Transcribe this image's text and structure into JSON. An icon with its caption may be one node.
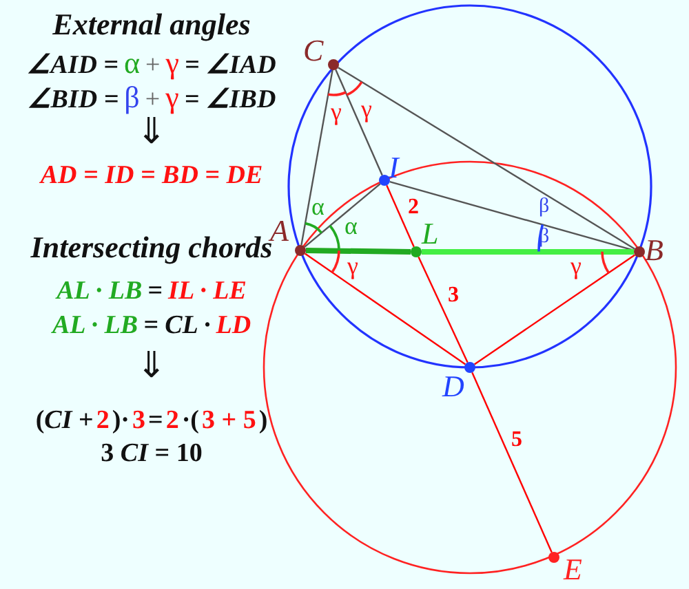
{
  "diagram": {
    "nodes": [
      {
        "text": [
          "C"
        ]
      },
      {
        "text": [
          "I"
        ]
      },
      {
        "text": [
          "A"
        ]
      },
      {
        "text": [
          "L"
        ]
      },
      {
        "text": [
          "B"
        ]
      },
      {
        "text": [
          "D"
        ]
      },
      {
        "text": [
          "E"
        ]
      }
    ],
    "edges": [
      {
        "from": 0,
        "to": 2,
        "arrow": "none",
        "color": "#555555"
      },
      {
        "from": 0,
        "to": 1,
        "arrow": "none",
        "color": "#555555"
      },
      {
        "from": 0,
        "to": 4,
        "arrow": "none",
        "color": "#555555"
      },
      {
        "from": 2,
        "to": 1,
        "arrow": "none",
        "color": "#555555"
      },
      {
        "from": 1,
        "to": 4,
        "arrow": "none",
        "color": "#555555"
      },
      {
        "from": 2,
        "to": 3,
        "arrow": "none",
        "style": "thick",
        "color": "#22aa22"
      },
      {
        "from": 3,
        "to": 4,
        "arrow": "none",
        "style": "thick",
        "color": "#44ee44"
      },
      {
        "from": 1,
        "to": 3,
        "arrow": "none",
        "label": "2",
        "color": "#ff0000"
      },
      {
        "from": 3,
        "to": 5,
        "arrow": "none",
        "label": "3",
        "color": "#ff0000"
      },
      {
        "from": 5,
        "to": 6,
        "arrow": "none",
        "label": "5",
        "color": "#ff0000"
      },
      {
        "from": 2,
        "to": 5,
        "arrow": "none",
        "color": "#ff0000"
      },
      {
        "from": 4,
        "to": 5,
        "arrow": "none",
        "color": "#ff0000"
      }
    ],
    "labels": [
      "External angles",
      "∠AID =",
      "α",
      "+",
      "γ",
      "= ∠IAD",
      "∠BID =",
      "β",
      "+",
      "γ",
      "= ∠IBD",
      "⇓",
      "AD = ID = BD = DE",
      "Intersecting chords",
      "AL · LB",
      "=",
      "IL · LE",
      "AL · LB",
      "= CL ·",
      "LD",
      "⇓",
      "(*CI* +",
      "2",
      ")·",
      "3",
      "=",
      "2",
      "·(",
      "3 + 5",
      ")",
      "3 *CI* = 10",
      "γ",
      "γ",
      "α",
      "α",
      "β",
      "β",
      "γ",
      "γ"
    ]
  }
}
